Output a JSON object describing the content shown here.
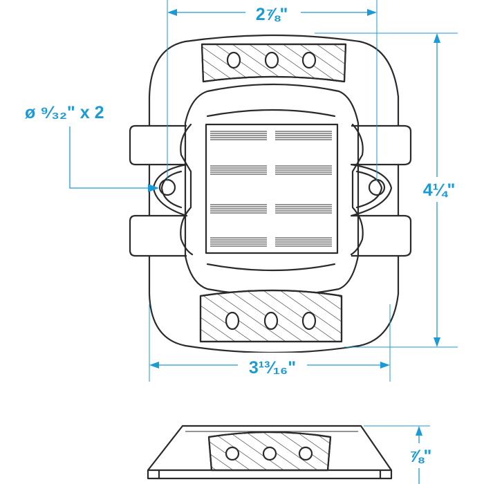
{
  "dimensions": {
    "top_width": "2⅞\"",
    "hole_spec": "ø ⁹⁄₃₂\" x 2",
    "height": "4¼\"",
    "bottom_width": "3¹³⁄₁₆\"",
    "side_height": "⅞\""
  },
  "colors": {
    "dimension": "#1a9ad6",
    "outline": "#2a2a2a"
  }
}
